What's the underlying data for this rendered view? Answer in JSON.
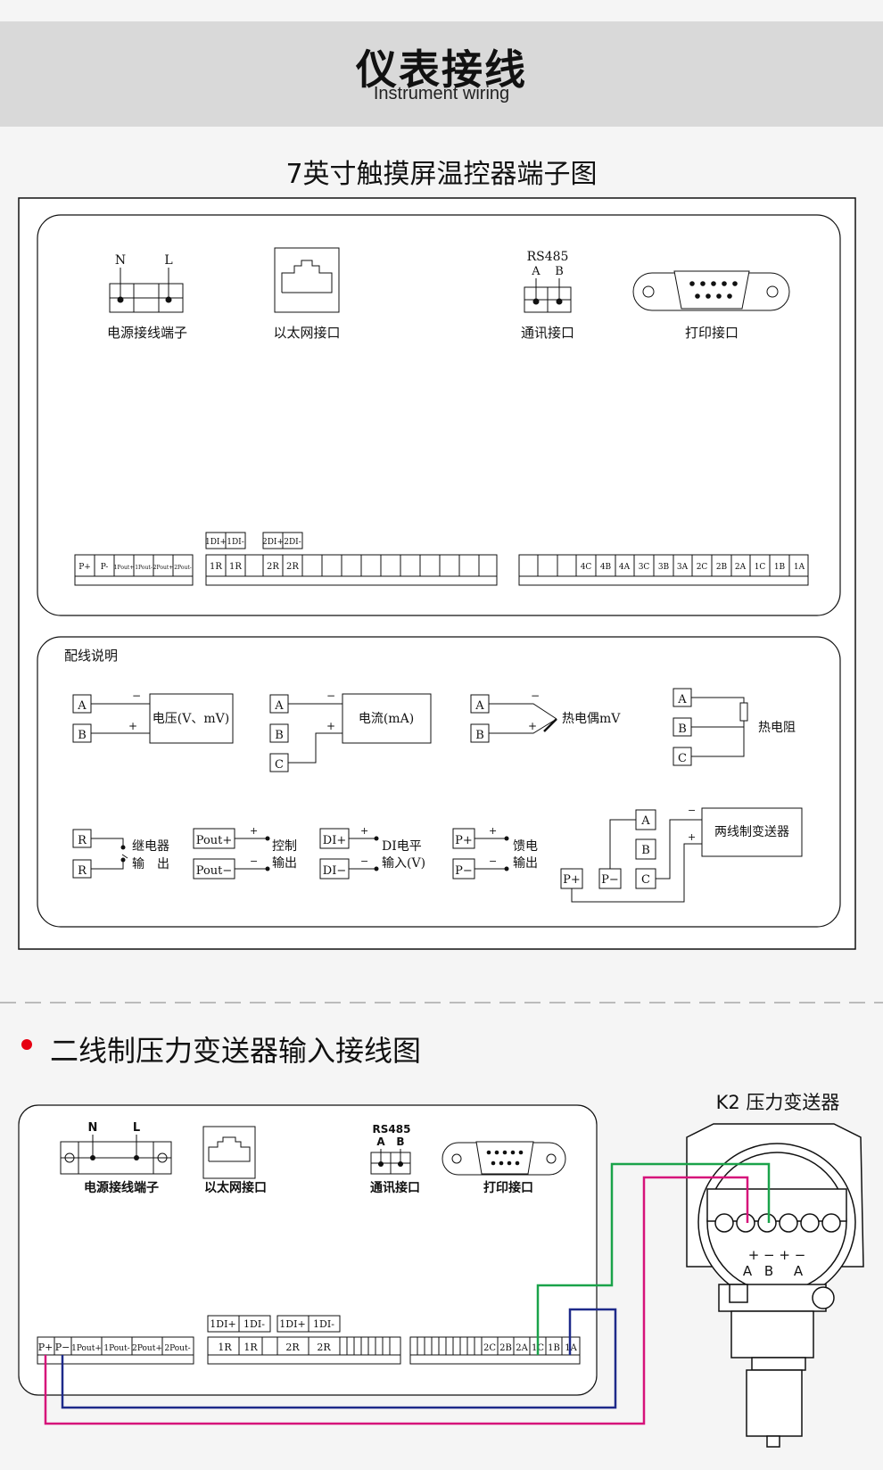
{
  "header": {
    "title": "仪表接线",
    "subtitle": "Instrument wiring"
  },
  "diagram1": {
    "title": "7英寸触摸屏温控器端子图",
    "ports": {
      "power": {
        "label": "电源接线端子",
        "n": "N",
        "l": "L"
      },
      "ethernet": {
        "label": "以太网接口"
      },
      "comm": {
        "label": "通讯接口",
        "proto": "RS485",
        "a": "A",
        "b": "B"
      },
      "print": {
        "label": "打印接口"
      }
    },
    "terminals_left": [
      "P+",
      "P-",
      "1Pout+",
      "1Pout-",
      "2Pout+",
      "2Pout-"
    ],
    "terminals_mid_top": [
      "1DI+",
      "1DI-",
      "2DI+",
      "2DI-"
    ],
    "terminals_mid": [
      "1R",
      "1R",
      "2R",
      "2R"
    ],
    "terminals_right": [
      "4C",
      "4B",
      "4A",
      "3C",
      "3B",
      "3A",
      "2C",
      "2B",
      "2A",
      "1C",
      "1B",
      "1A"
    ],
    "wiring": {
      "heading": "配线说明",
      "minus": "−",
      "plus": "+",
      "term_a": "A",
      "term_b": "B",
      "term_c": "C",
      "term_r": "R",
      "voltage": "电压(V、mV)",
      "current": "电流(mA)",
      "thermocouple": "热电偶mV",
      "rtd": "热电阻",
      "relay_1": "继电器",
      "relay_2": "输　出",
      "control_1": "控制",
      "control_2": "输出",
      "pout_plus": "Pout+",
      "pout_minus": "Pout−",
      "di_plus": "DI+",
      "di_minus": "DI−",
      "di_1": "DI电平",
      "di_2": "输入(V)",
      "p_plus": "P+",
      "p_minus": "P−",
      "feed_1": "馈电",
      "feed_2": "输出",
      "two_wire": "两线制变送器"
    }
  },
  "diagram2": {
    "title": "二线制压力变送器输入接线图",
    "transmitter_title": "K2 压力变送器",
    "ports": {
      "power": {
        "label": "电源接线端子",
        "n": "N",
        "l": "L"
      },
      "ethernet": {
        "label": "以太网接口"
      },
      "comm": {
        "label": "通讯接口",
        "proto": "RS485",
        "a": "A",
        "b": "B"
      },
      "print": {
        "label": "打印接口"
      }
    },
    "terminals_left": [
      "P+",
      "P−",
      "1Pout+",
      "1Pout-",
      "2Pout+",
      "2Pout-"
    ],
    "terminals_mid_top": [
      "1DI+",
      "1DI-",
      "1DI+",
      "1DI-"
    ],
    "terminals_mid": [
      "1R",
      "1R",
      "2R",
      "2R"
    ],
    "terminals_right": [
      "2C",
      "2B",
      "2A",
      "1C",
      "1B",
      "1A"
    ],
    "transmitter_terms": {
      "signs": "+ − + −",
      "a": "A",
      "b": "B",
      "lA": "A"
    },
    "wire_colors": {
      "green": "#1aa34a",
      "magenta": "#d6127a",
      "navy": "#1e2a8a"
    }
  }
}
